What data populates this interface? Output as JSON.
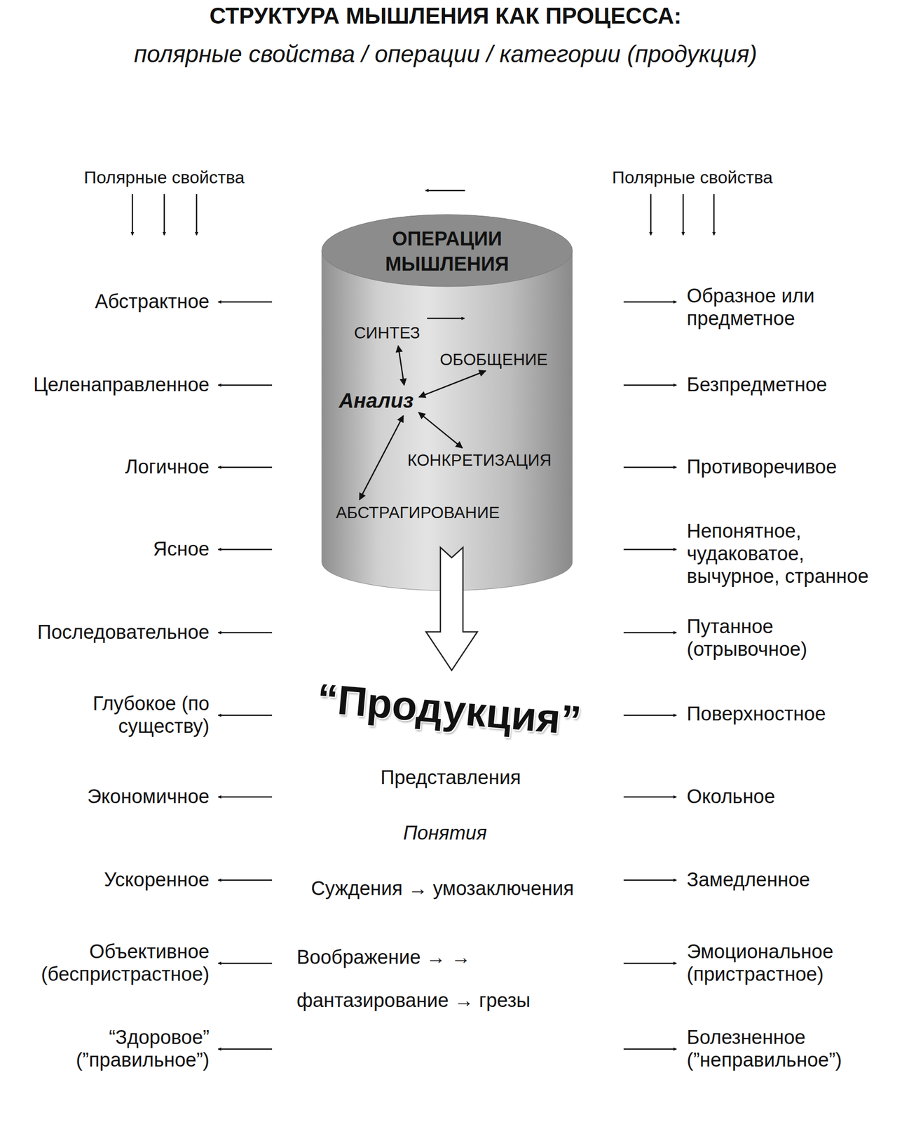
{
  "diagram": {
    "title": "СТРУКТУРА МЫШЛЕНИЯ КАК ПРОЦЕССА:",
    "nodes": [
      {
        "text": [
          "ОПЕРАЦИИ МЫШЛЕНИЯ"
        ]
      },
      {
        "text": [
          "СИНТЕЗ"
        ],
        "in": 0
      },
      {
        "text": [
          "ОБОБЩЕНИЕ"
        ],
        "in": 0
      },
      {
        "text": [
          "Анализ"
        ],
        "in": 0
      },
      {
        "text": [
          "КОНКРЕТИЗАЦИЯ"
        ],
        "in": 0
      },
      {
        "text": [
          "АБСТРАГИРОВАНИЕ"
        ],
        "in": 0
      },
      {
        "text": [
          "“Продукция”",
          "Представления",
          "Понятия",
          "Суждения → умозаключения",
          "Воображение → → фантазирование → грезы"
        ]
      }
    ],
    "edges": [
      {
        "from": 3,
        "to": 1,
        "arrow": "both"
      },
      {
        "from": 3,
        "to": 2,
        "arrow": "both"
      },
      {
        "from": 3,
        "to": 4,
        "arrow": "both"
      },
      {
        "from": 3,
        "to": 5,
        "arrow": "both"
      },
      {
        "from": 0,
        "to": 6,
        "arrow": "to"
      }
    ],
    "labels": [
      "полярные свойства / операции / категории (продукция)",
      "Полярные свойства",
      "Полярные свойства",
      "Абстрактное",
      "Целенаправленное",
      "Логичное",
      "Ясное",
      "Последовательное",
      "Глубокое (по существу)",
      "Экономичное",
      "Ускоренное",
      "Объективное (беспристрастное)",
      "“Здоровое” (”правильное”)",
      "Образное или предметное",
      "Безпредметное",
      "Противоречивое",
      "Непонятное, чудаковатое, вычурное, странное",
      "Путанное (отрывочное)",
      "Поверхностное",
      "Окольное",
      "Замедленное",
      "Эмоциональное (пристрастное)",
      "Болезненное (”неправильное”)"
    ]
  }
}
